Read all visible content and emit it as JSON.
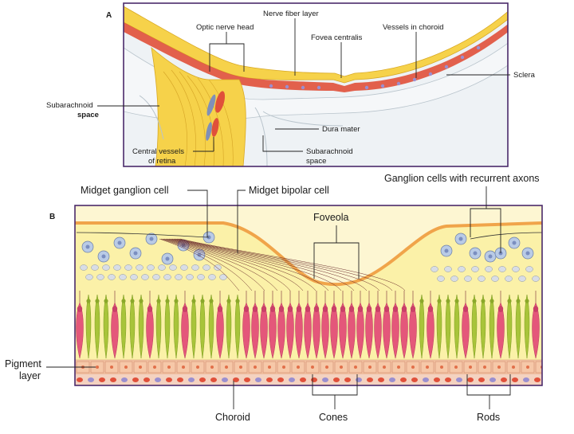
{
  "panel_a": {
    "letter": "A",
    "labels": {
      "nerve_fiber_layer": "Nerve fiber layer",
      "optic_nerve_head": "Optic nerve head",
      "fovea_centralis": "Fovea centralis",
      "vessels_in_choroid": "Vessels in choroid",
      "sclera": "Sclera",
      "subarachnoid_space_left_line1": "Subarachnoid",
      "subarachnoid_space_left_line2": "space",
      "central_vessels_line1": "Central vessels",
      "central_vessels_line2": "of retina",
      "dura_mater": "Dura mater",
      "subarachnoid_space_bottom_line1": "Subarachnoid",
      "subarachnoid_space_bottom_line2": "space"
    }
  },
  "panel_b": {
    "letter": "B",
    "labels": {
      "midget_ganglion_cell": "Midget ganglion cell",
      "midget_bipolar_cell": "Midget bipolar cell",
      "ganglion_cells_recurrent": "Ganglion cells with recurrent axons",
      "foveola": "Foveola",
      "pigment_layer_line1": "Pigment",
      "pigment_layer_line2": "layer",
      "choroid": "Choroid",
      "cones": "Cones",
      "rods": "Rods"
    }
  },
  "colors": {
    "frame": "#4a2a6a",
    "nerve_yellow": "#f6d24a",
    "retina_cream": "#fbf1a8",
    "choroid_red": "#e0503a",
    "cone_pink": "#e4577a",
    "rod_green": "#a8c43a",
    "ganglion_blue": "#b9cbe6",
    "pigment_peach": "#f6c8a8"
  }
}
